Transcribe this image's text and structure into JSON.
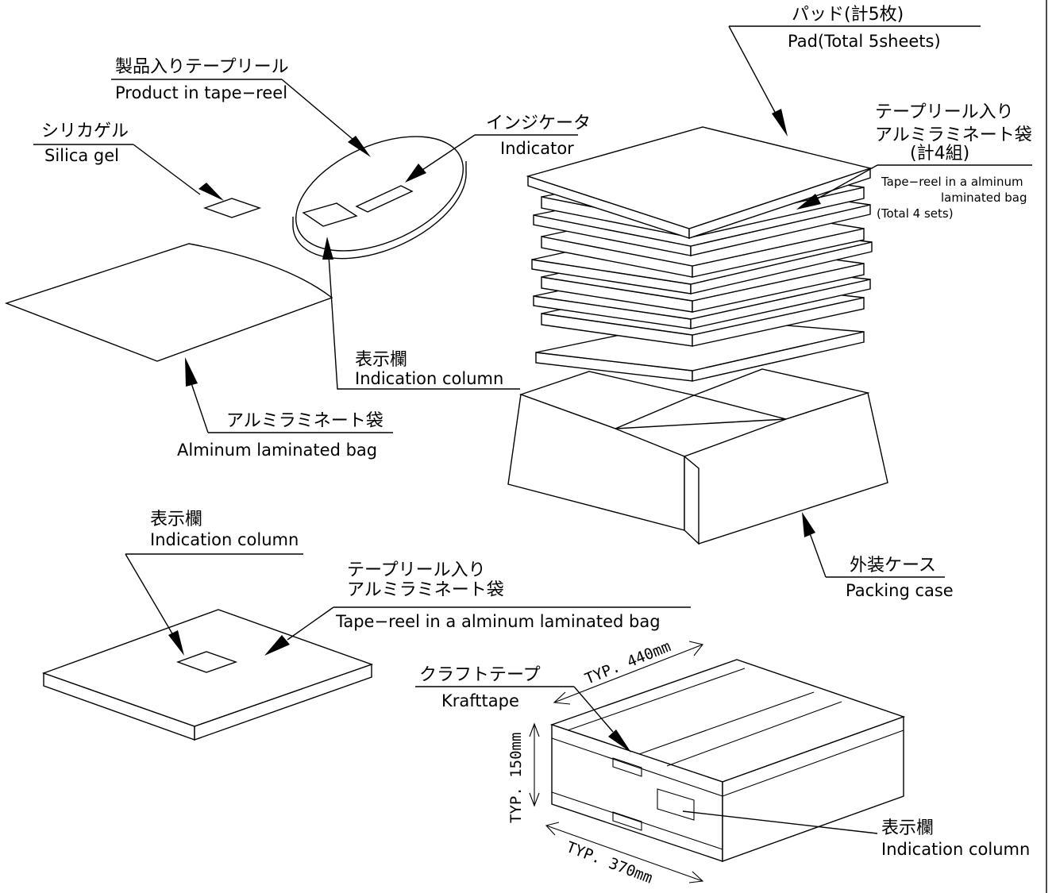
{
  "labels": {
    "pad_jp": "パッド(計5枚)",
    "pad_en": "Pad(Total 5sheets)",
    "reel_jp": "製品入りテープリール",
    "reel_en": "Product in tape−reel",
    "silica_jp": "シリカゲル",
    "silica_en": "Silica gel",
    "indicator_jp": "インジケータ",
    "indicator_en": "Indicator",
    "bag_set_jp_1": "テープリール入り",
    "bag_set_jp_2": "アルミラミネート袋",
    "bag_set_jp_3": "(計4組)",
    "bag_set_en_1": "Tape−reel in a alminum",
    "bag_set_en_2": "laminated bag",
    "bag_set_en_3": "(Total 4 sets)",
    "indication_top_jp": "表示欄",
    "indication_top_en": "Indication column",
    "al_bag_jp": "アルミラミネート袋",
    "al_bag_en": "Alminum laminated bag",
    "indication_mid_jp": "表示欄",
    "indication_mid_en": "Indication column",
    "bag_jp_1": "テープリール入り",
    "bag_jp_2": "アルミラミネート袋",
    "bag_en": "Tape−reel in a alminum laminated bag",
    "case_jp": "外装ケース",
    "case_en": "Packing case",
    "kraft_jp": "クラフトテープ",
    "kraft_en": "Krafttape",
    "indication_box_jp": "表示欄",
    "indication_box_en": "Indication column"
  },
  "dimensions": {
    "width": "TYP. 440mm",
    "height": "TYP. 150mm",
    "depth": "TYP. 370mm"
  }
}
